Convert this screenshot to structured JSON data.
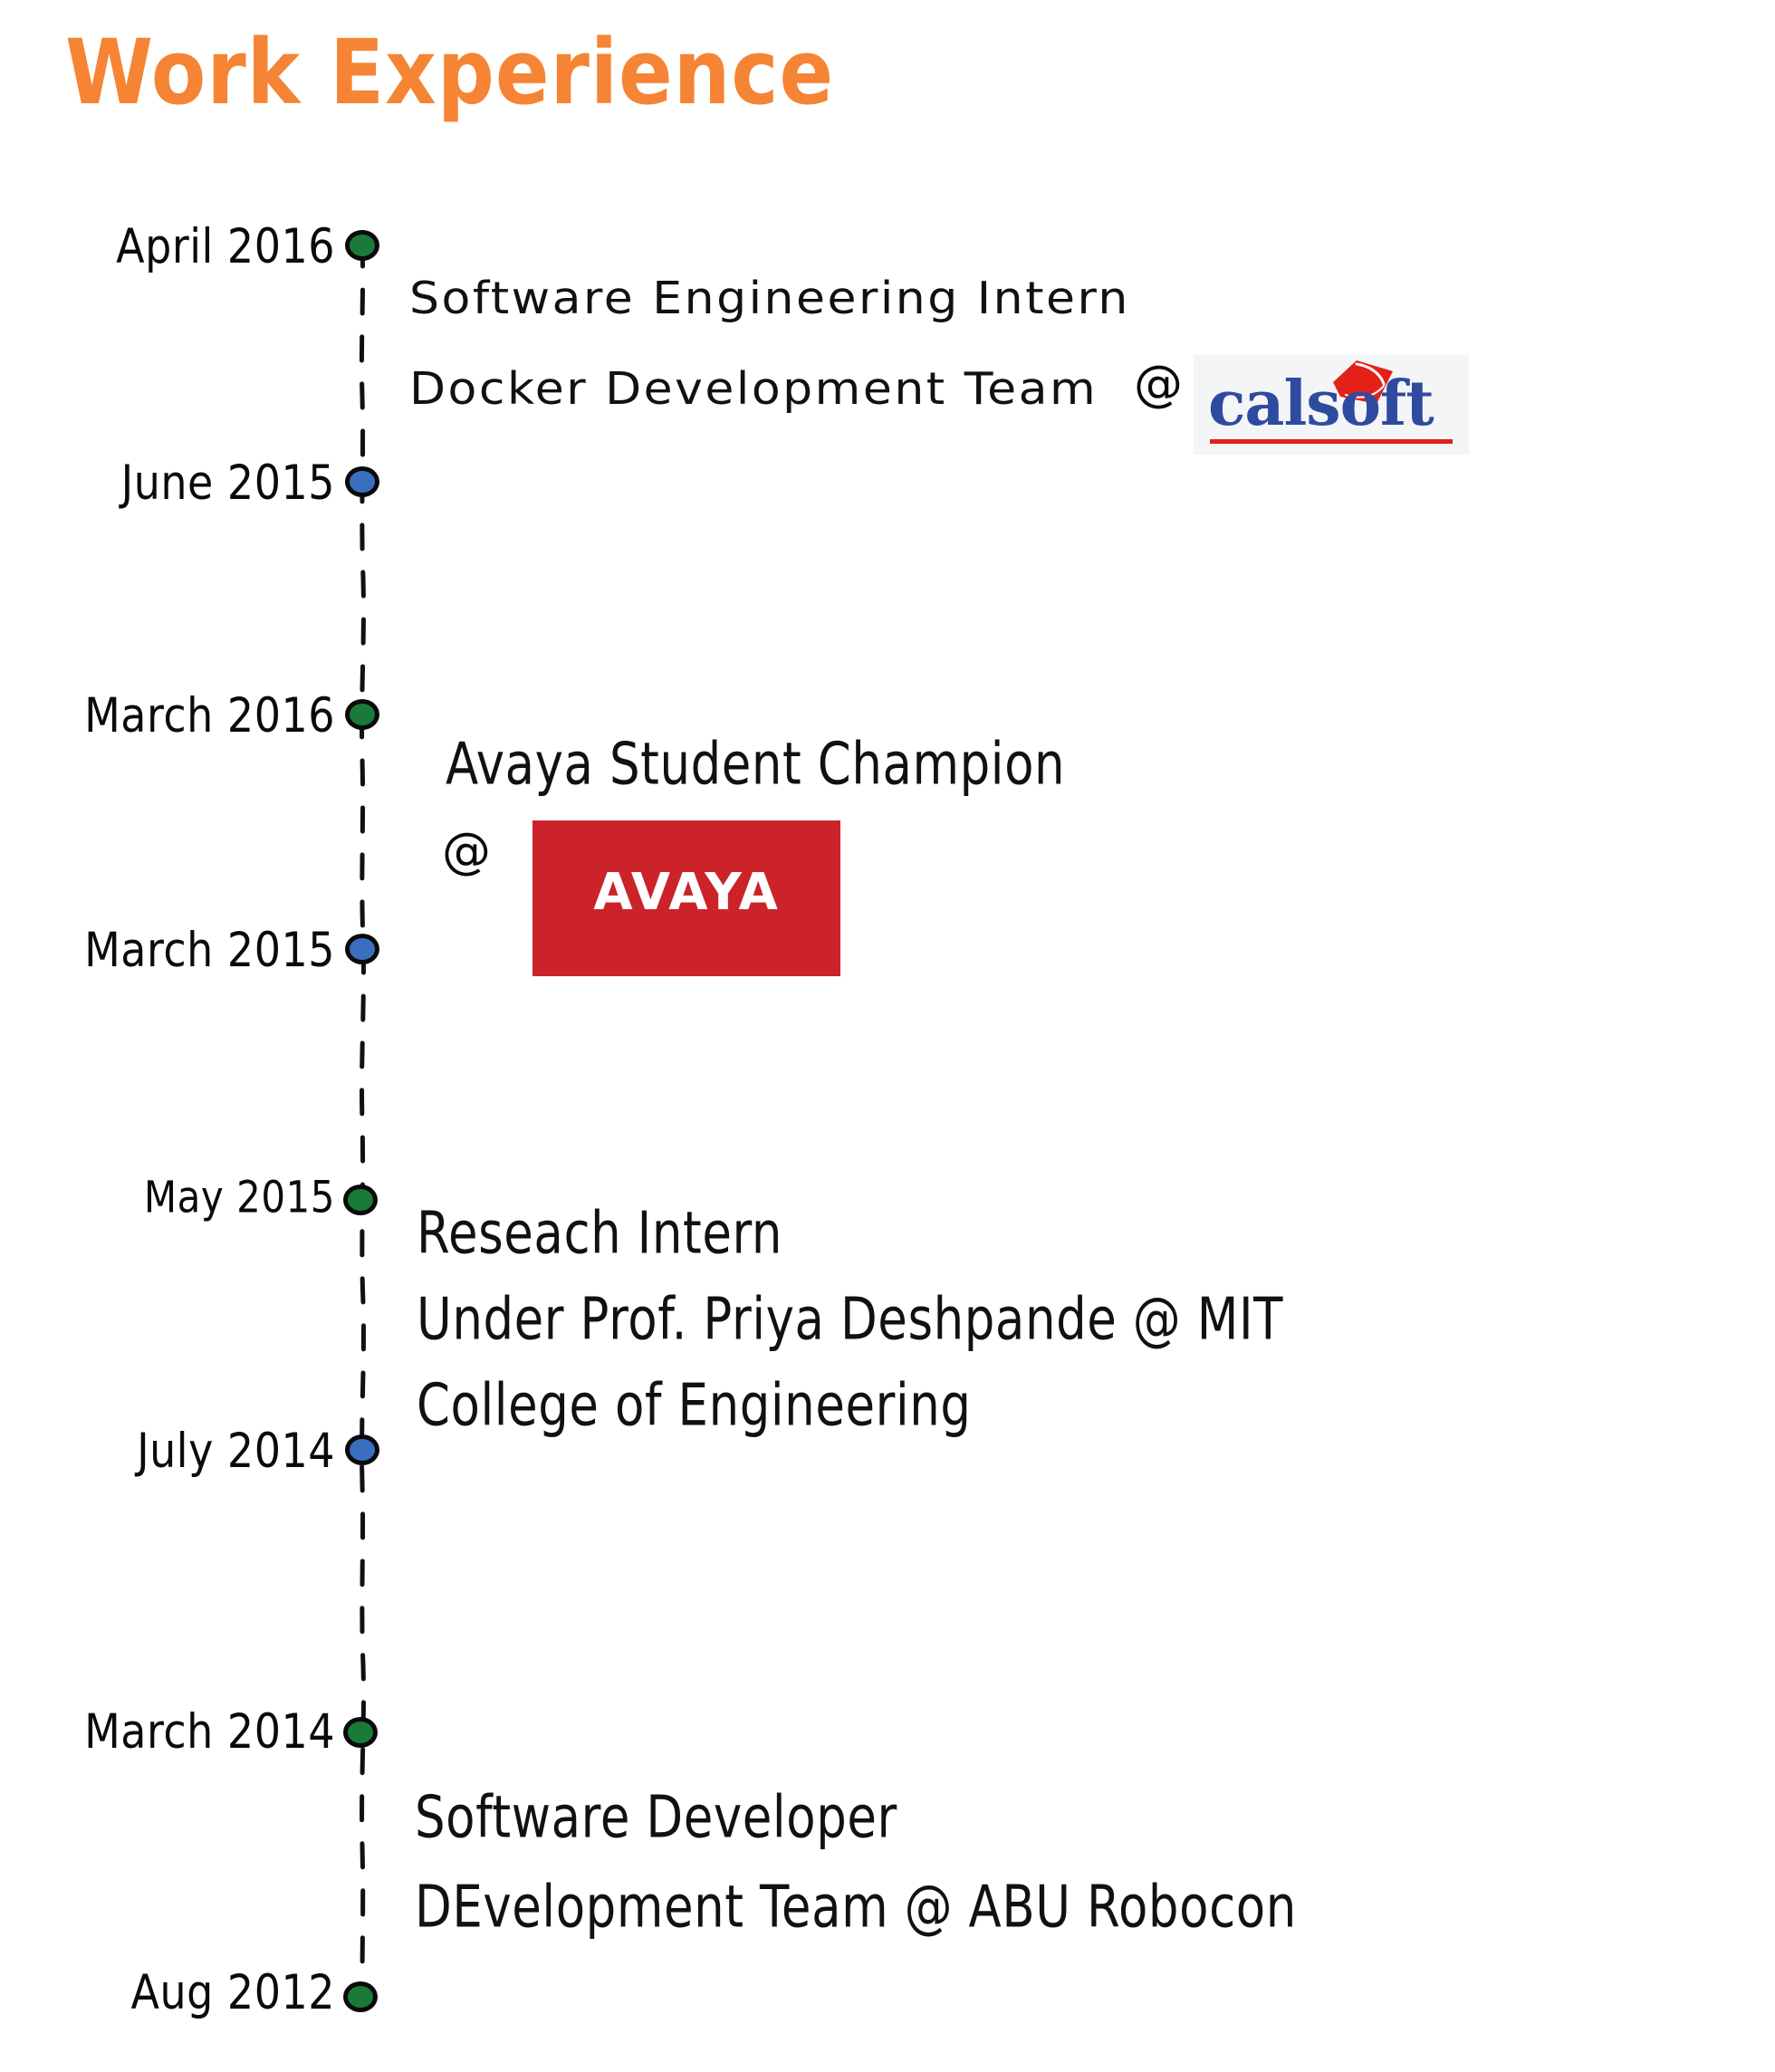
{
  "page": {
    "title": "Work Experience",
    "title_color": "#f58434",
    "background_color": "#ffffff"
  },
  "timeline": {
    "axis_style": "dashed-hand-drawn",
    "axis_color": "#111111",
    "marker_colors": {
      "start": "#1a7a38",
      "end": "#3a6fbf"
    },
    "markers": [
      {
        "label": "April 2016",
        "color": "green"
      },
      {
        "label": "June 2015",
        "color": "blue"
      },
      {
        "label": "March 2016",
        "color": "green"
      },
      {
        "label": "March 2015",
        "color": "blue"
      },
      {
        "label": "May 2015",
        "color": "green"
      },
      {
        "label": "July 2014",
        "color": "blue"
      },
      {
        "label": "March 2014",
        "color": "green"
      },
      {
        "label": "Aug 2012",
        "color": "green"
      }
    ]
  },
  "entries": [
    {
      "role": "Software Engineering  Intern",
      "team": "Docker Development Team",
      "at": "@",
      "company": "calsoft"
    },
    {
      "role": "Avaya Student Champion",
      "at": "@",
      "company": "AVAYA"
    },
    {
      "role": "Reseach Intern",
      "line2": "Under Prof. Priya Deshpande @ MIT",
      "line3": "College of Engineering"
    },
    {
      "role": "Software Developer",
      "line2": "DEvelopment Team @ ABU Robocon"
    }
  ],
  "logos": {
    "calsoft": {
      "wordmark": "calsoft",
      "text_color": "#2f4ba0",
      "accent_color": "#e32119",
      "background_color": "#f4f5f7"
    },
    "avaya": {
      "wordmark": "AVAYA",
      "text_color": "#ffffff",
      "background_color": "#cc2229"
    }
  }
}
